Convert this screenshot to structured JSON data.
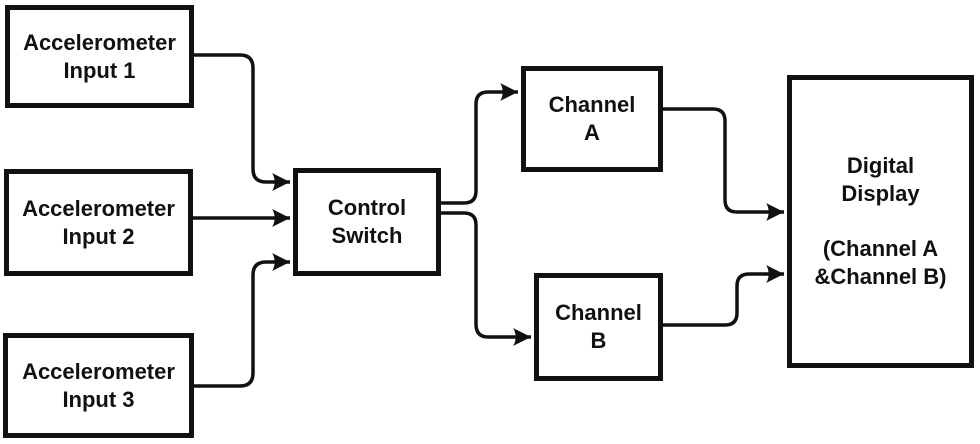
{
  "diagram": {
    "type": "block-diagram",
    "nodes": {
      "input1": {
        "label": "Accelerometer\nInput 1"
      },
      "input2": {
        "label": "Accelerometer\nInput 2"
      },
      "input3": {
        "label": "Accelerometer\nInput 3"
      },
      "control": {
        "label": "Control\nSwitch"
      },
      "channelA": {
        "label": "Channel\nA"
      },
      "channelB": {
        "label": "Channel\nB"
      },
      "display": {
        "label": "Digital\nDisplay\n\n(Channel A\n&Channel B)"
      }
    },
    "edges": [
      {
        "from": "Accelerometer Input 1",
        "to": "Control Switch"
      },
      {
        "from": "Accelerometer Input 2",
        "to": "Control Switch"
      },
      {
        "from": "Accelerometer Input 3",
        "to": "Control Switch"
      },
      {
        "from": "Control Switch",
        "to": "Channel A"
      },
      {
        "from": "Control Switch",
        "to": "Channel B"
      },
      {
        "from": "Channel A",
        "to": "Digital Display"
      },
      {
        "from": "Channel B",
        "to": "Digital Display"
      }
    ],
    "colors": {
      "line": "#111111",
      "box_border": "#111111",
      "box_fill": "#ffffff",
      "background": "#ffffff",
      "text": "#111111"
    }
  }
}
